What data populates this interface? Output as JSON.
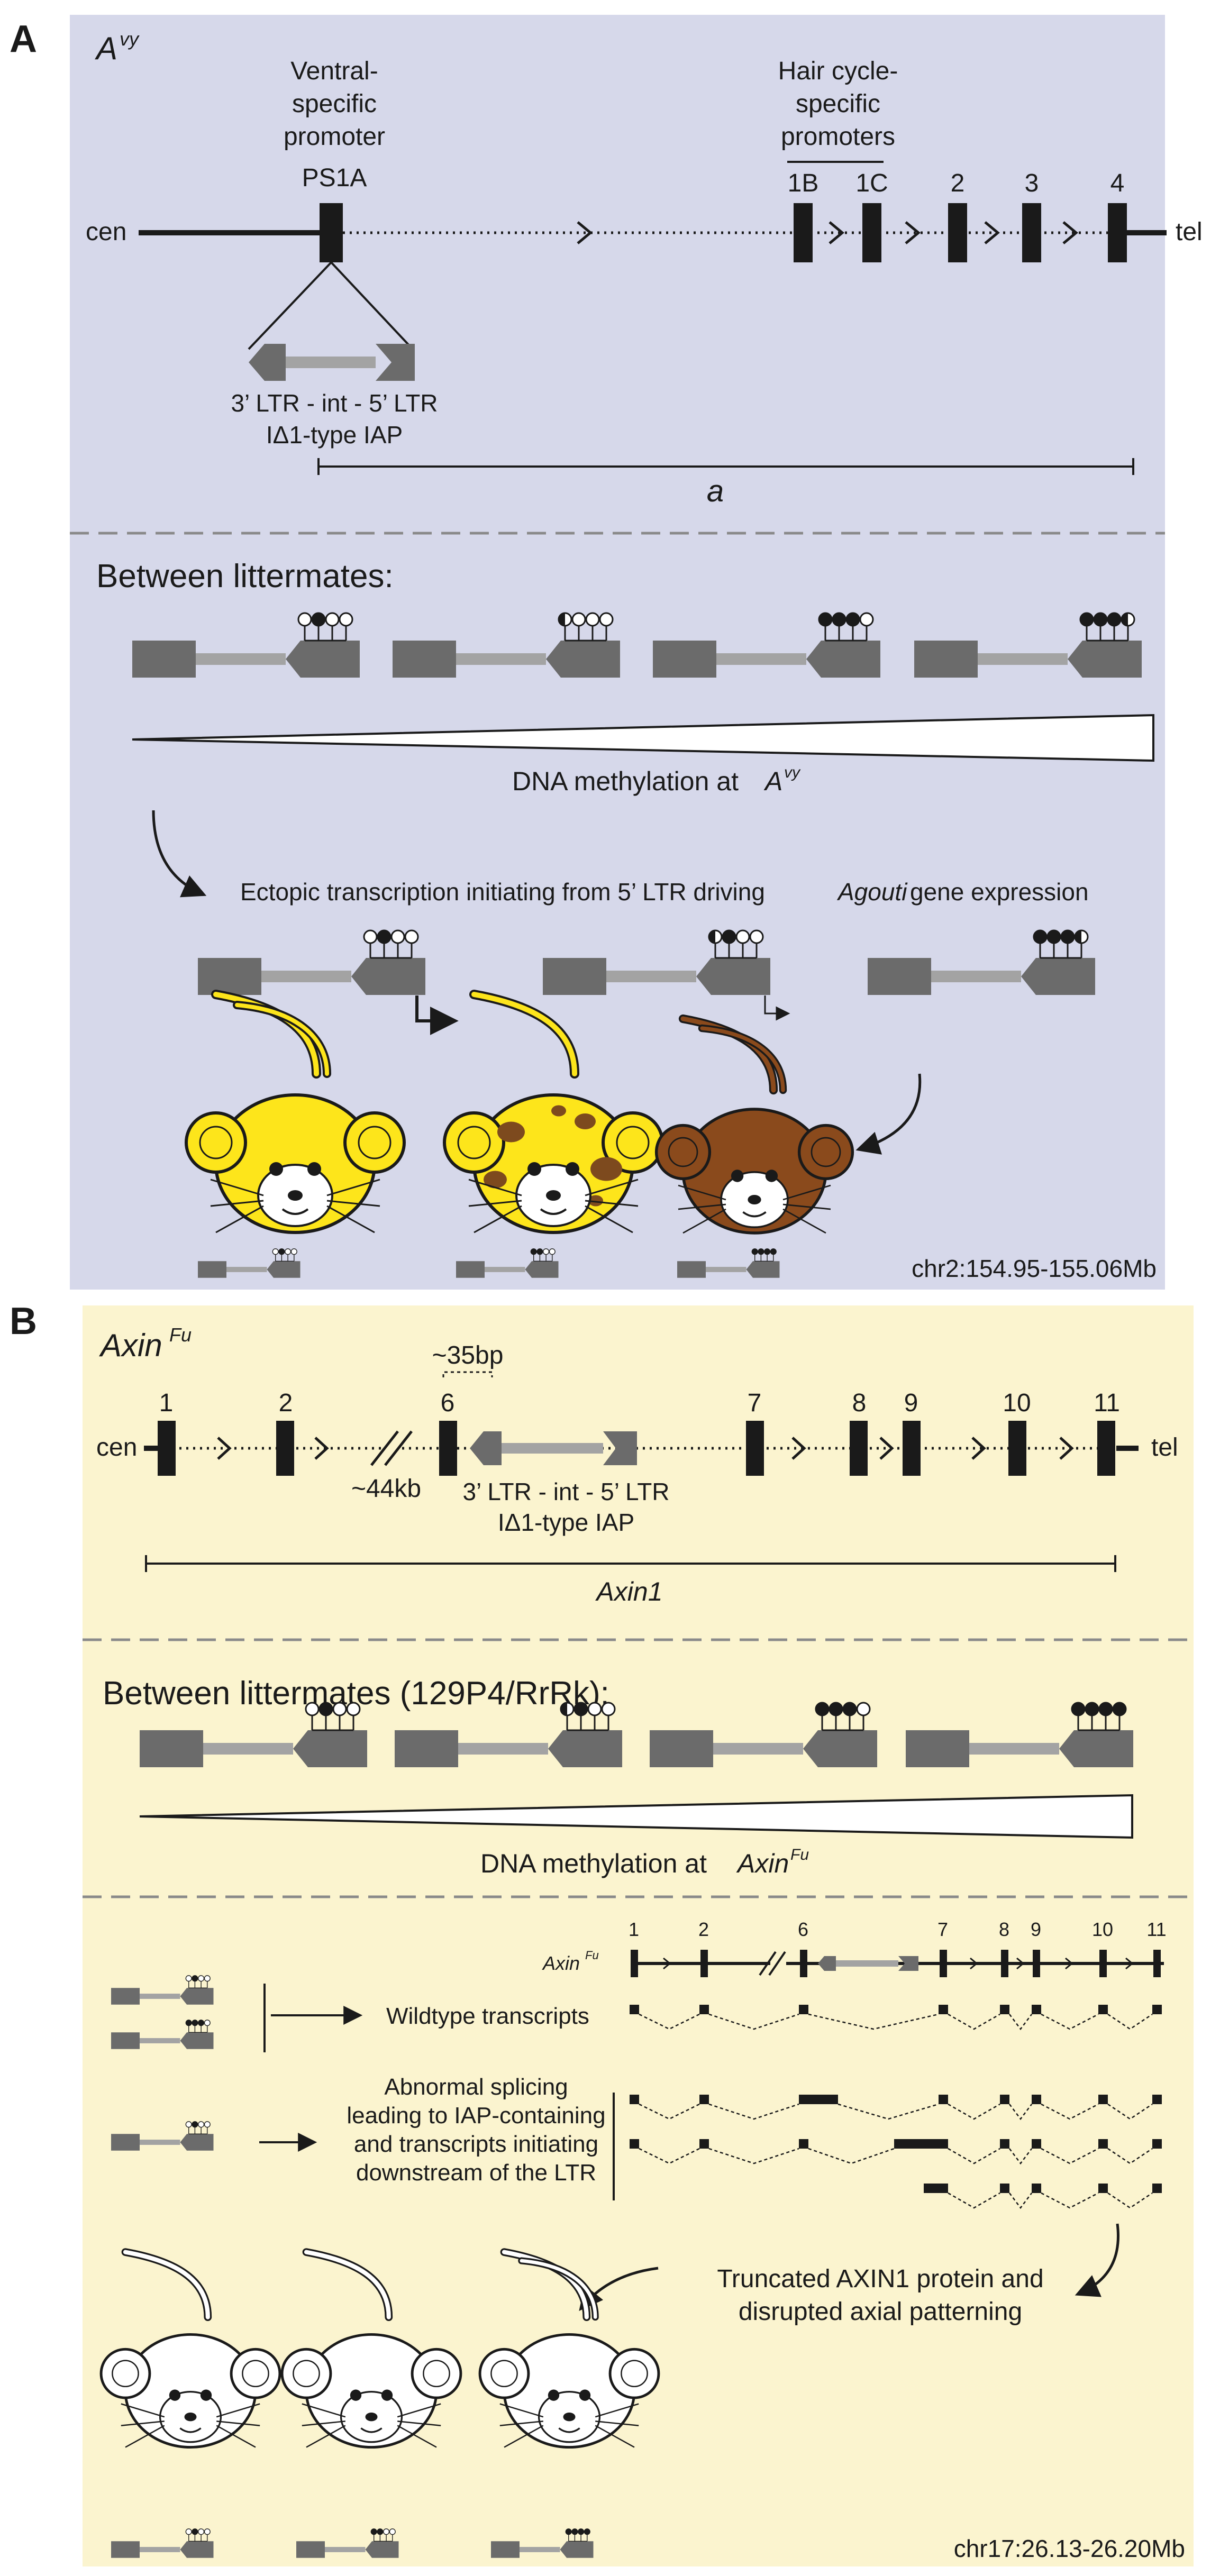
{
  "colors": {
    "panel_a_bg": "#d6d8ea",
    "panel_b_bg": "#fbf4cf",
    "iap_gray": "#6b6b6b",
    "int_gray": "#a3a3a3",
    "agouti_yellow": "#fde51b",
    "agouti_brown": "#8a4a1c",
    "spot_brown": "#7d4a1e",
    "white_mouse": "#ffffff",
    "divider": "#8a8a8a"
  },
  "panel_a": {
    "label": "A",
    "allele": "A",
    "allele_sup": "vy",
    "ventral_promoter_lines": [
      "Ventral-",
      "specific",
      "promoter"
    ],
    "ps1a": "PS1A",
    "hair_cycle_lines": [
      "Hair cycle-",
      "specific",
      "promoters"
    ],
    "exons": [
      "1B",
      "1C",
      "2",
      "3",
      "4"
    ],
    "cen": "cen",
    "tel": "tel",
    "iap_label": "3’ LTR - int - 5’ LTR",
    "iap_type": "IΔ1-type IAP",
    "gene": "a",
    "between": "Between littermates:",
    "methylation_pre": "DNA methylation at ",
    "methylation_allele": "A",
    "methylation_sup": "vy",
    "ectopic_pre": "Ectopic transcription initiating from 5’ LTR driving ",
    "ectopic_gene": "Agouti",
    "ectopic_post": " gene expression",
    "coords": "chr2:154.95-155.06Mb"
  },
  "panel_b": {
    "label": "B",
    "allele": "Axin",
    "allele_sup": "Fu",
    "exons": [
      "1",
      "2",
      "6",
      "7",
      "8",
      "9",
      "10",
      "11"
    ],
    "bp": "~35bp",
    "kb": "~44kb",
    "cen": "cen",
    "tel": "tel",
    "iap_label": "3’ LTR - int - 5’ LTR",
    "iap_type": "IΔ1-type IAP",
    "gene": "Axin1",
    "between": "Between littermates (129P4/RrRk):",
    "methylation_pre": "DNA methylation at ",
    "methylation_allele": "Axin",
    "methylation_sup": "Fu",
    "small_allele": "Axin",
    "small_allele_sup": "Fu",
    "small_exons": [
      "1",
      "2",
      "6",
      "7",
      "8",
      "9",
      "10",
      "11"
    ],
    "wildtype": "Wildtype transcripts",
    "abnormal_lines": [
      "Abnormal splicing",
      "leading to IAP-containing",
      "and transcripts initiating",
      "downstream of the LTR"
    ],
    "truncated_lines": [
      "Truncated AXIN1 protein and",
      "disrupted axial patterning"
    ],
    "coords": "chr17:26.13-26.20Mb"
  }
}
